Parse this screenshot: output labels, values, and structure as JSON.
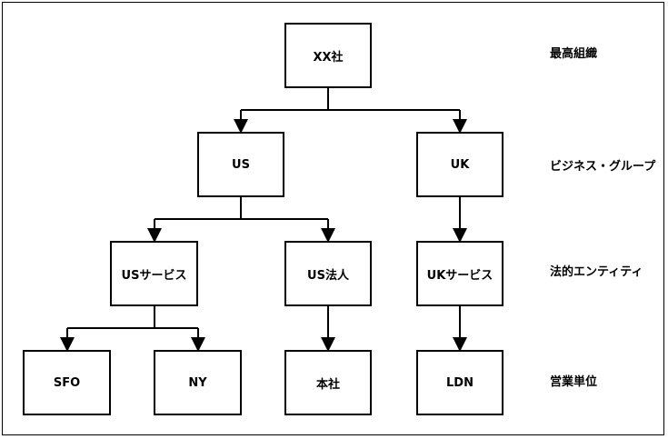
{
  "nodes": {
    "xx": "XX社",
    "us": "US",
    "uk": "UK",
    "us_service": "USサービス",
    "us_corp": "US法人",
    "uk_service": "UKサービス",
    "sfo": "SFO",
    "ny": "NY",
    "honsha": "本社",
    "ldn": "LDN"
  },
  "levels": {
    "top": "最高組織",
    "business_group": "ビジネス・グループ",
    "legal_entity": "法的エンティティ",
    "business_unit": "営業単位"
  }
}
